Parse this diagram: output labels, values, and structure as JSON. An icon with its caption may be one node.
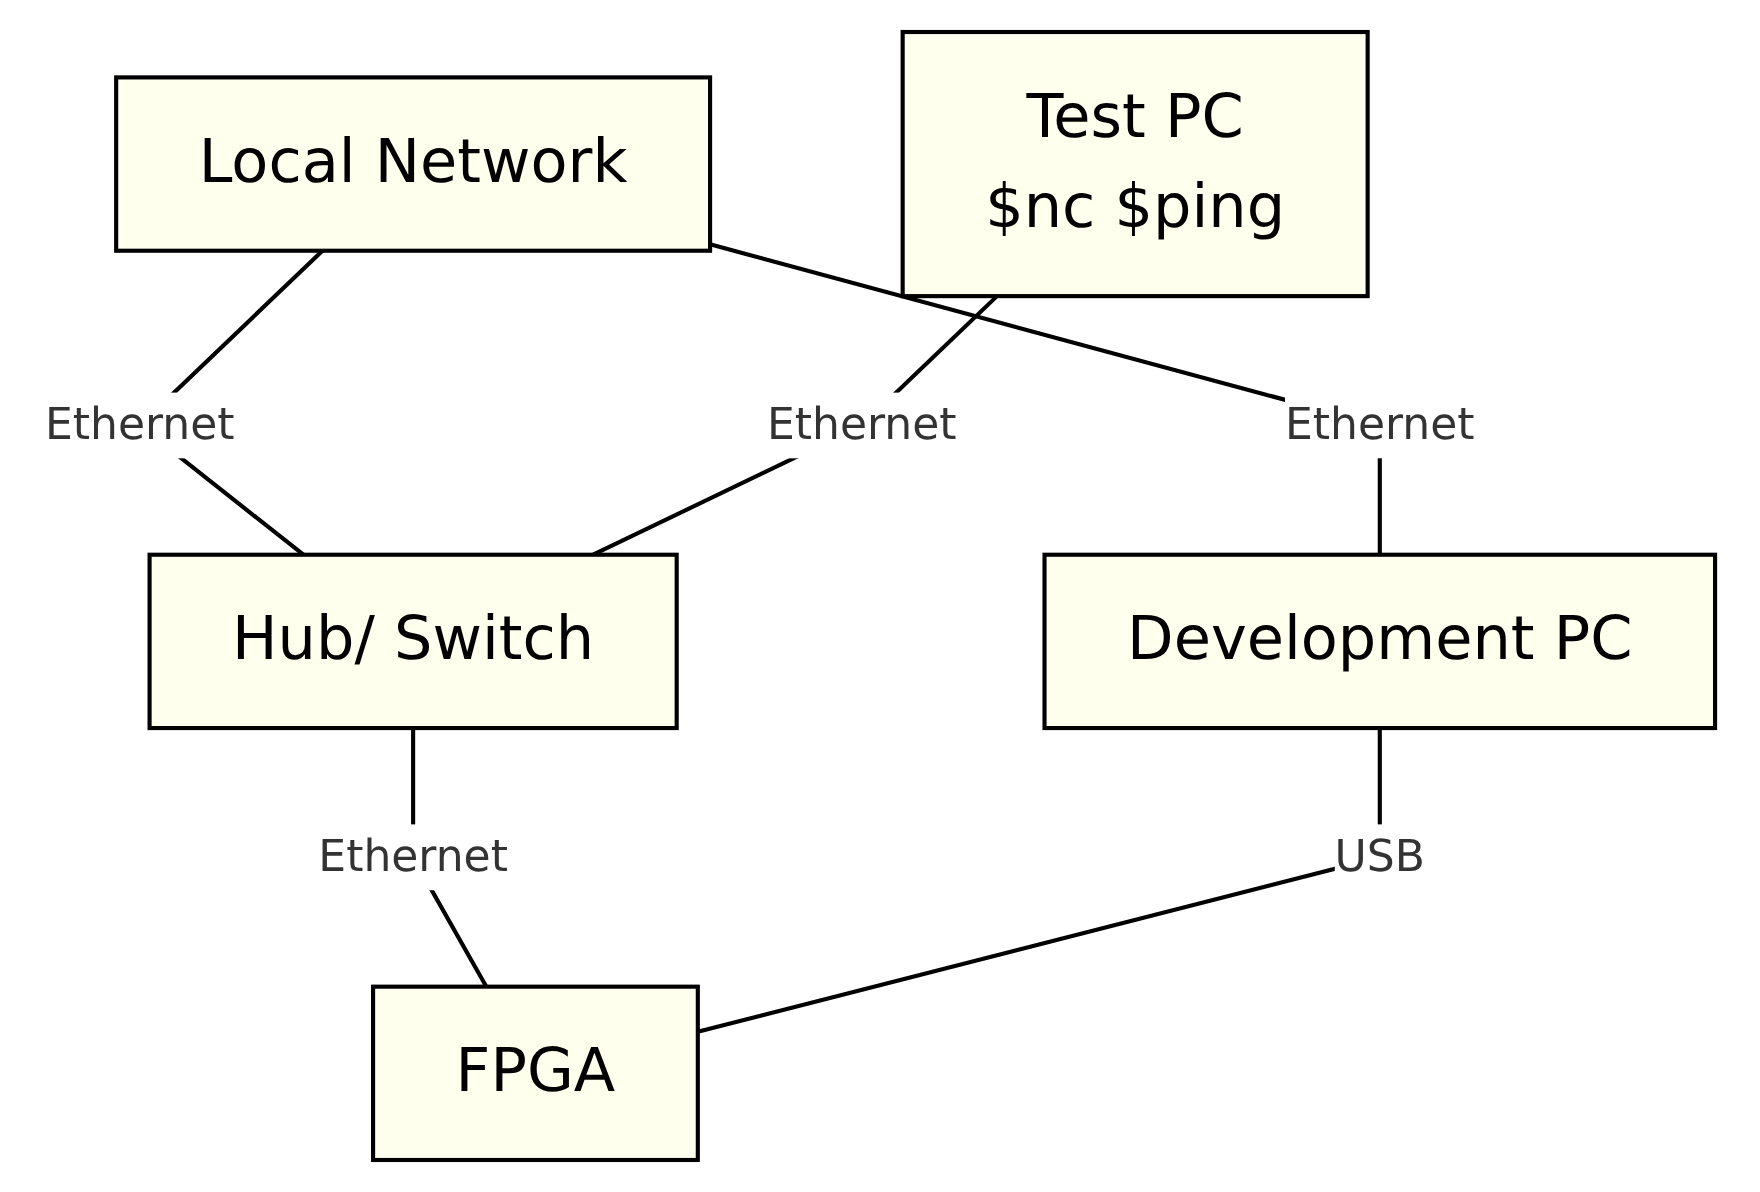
{
  "diagram": {
    "nodes": [
      {
        "text": [
          "Local Network"
        ]
      },
      {
        "text": [
          "Test PC",
          "$nc $ping"
        ]
      },
      {
        "text": [
          "Hub/ Switch"
        ]
      },
      {
        "text": [
          "Development PC"
        ]
      },
      {
        "text": [
          "FPGA"
        ]
      }
    ],
    "edges": [
      {
        "from": 0,
        "to": 2,
        "arrow": "none",
        "label": "Ethernet"
      },
      {
        "from": 0,
        "to": 3,
        "arrow": "none",
        "label": "Ethernet"
      },
      {
        "from": 1,
        "to": 2,
        "arrow": "none",
        "label": "Ethernet"
      },
      {
        "from": 2,
        "to": 4,
        "arrow": "none",
        "label": "Ethernet"
      },
      {
        "from": 3,
        "to": 4,
        "arrow": "none",
        "label": "USB"
      }
    ]
  }
}
